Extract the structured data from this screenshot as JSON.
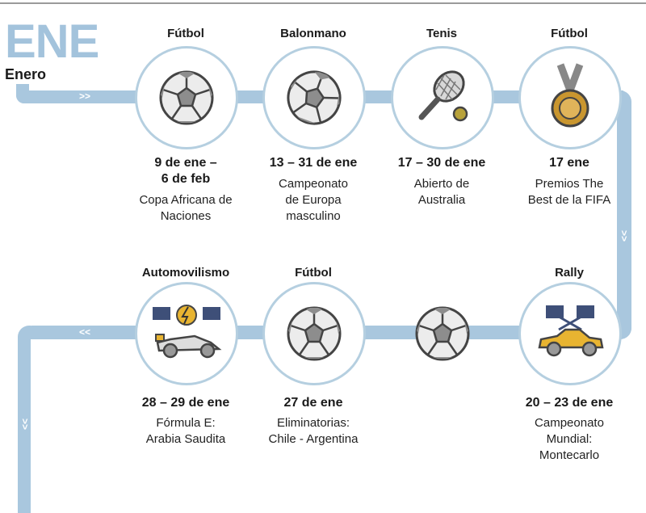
{
  "header": {
    "month_abbr": "ENE",
    "month_name": "Enero"
  },
  "events_row1": [
    {
      "category": "Fútbol",
      "icon": "soccer-ball-icon",
      "date": "9 de ene –\n6 de feb",
      "description": "Copa Africana de\nNaciones"
    },
    {
      "category": "Balonmano",
      "icon": "handball-icon",
      "date": "13 – 31 de ene",
      "description": "Campeonato\nde Europa\nmasculino"
    },
    {
      "category": "Tenis",
      "icon": "tennis-racket-icon",
      "date": "17 – 30 de ene",
      "description": "Abierto de\nAustralia"
    },
    {
      "category": "Fútbol",
      "icon": "medal-icon",
      "date": "17 ene",
      "description": "Premios The\nBest de la FIFA"
    }
  ],
  "events_row2": [
    {
      "category": "Automovilismo",
      "icon": "formula-e-car-icon",
      "date": "28 – 29 de ene",
      "description": "Fórmula E:\nArabia Saudita"
    },
    {
      "category": "Fútbol",
      "icon": "soccer-ball-icon",
      "date": "27 de ene",
      "description": "Eliminatorias:\nChile - Argentina"
    },
    {
      "category": "Rally",
      "icon": "rally-car-icon",
      "date": "20 – 23 de ene",
      "description": "Campeonato\nMundial:\nMontecarlo"
    }
  ],
  "colors": {
    "path": "#a9c7de",
    "month": "#a3c3dc",
    "medal": "#c9962f",
    "car": "#e8b431"
  }
}
